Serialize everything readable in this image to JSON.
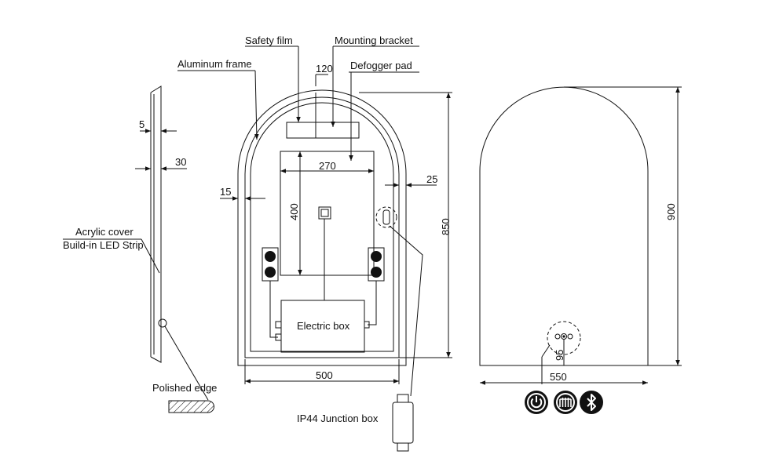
{
  "labels": {
    "safety_film": "Safety film",
    "mounting_bracket": "Mounting bracket",
    "aluminum_frame": "Aluminum frame",
    "defogger_pad": "Defogger pad",
    "acrylic_cover": "Acrylic cover",
    "led_strip": "Build-in LED Strip",
    "electric_box": "Electric box",
    "polished_edge": "Polished edge",
    "junction_box": "IP44 Junction box"
  },
  "dimensions": {
    "d120": "120",
    "d5": "5",
    "d30": "30",
    "d270": "270",
    "d25": "25",
    "d15": "15",
    "d400": "400",
    "d850": "850",
    "d500": "500",
    "d900": "900",
    "d95": "95",
    "d550": "550"
  },
  "icons": [
    "power-icon",
    "defogger-icon",
    "bluetooth-icon"
  ],
  "colors": {
    "line": "#111111",
    "background": "#ffffff"
  }
}
